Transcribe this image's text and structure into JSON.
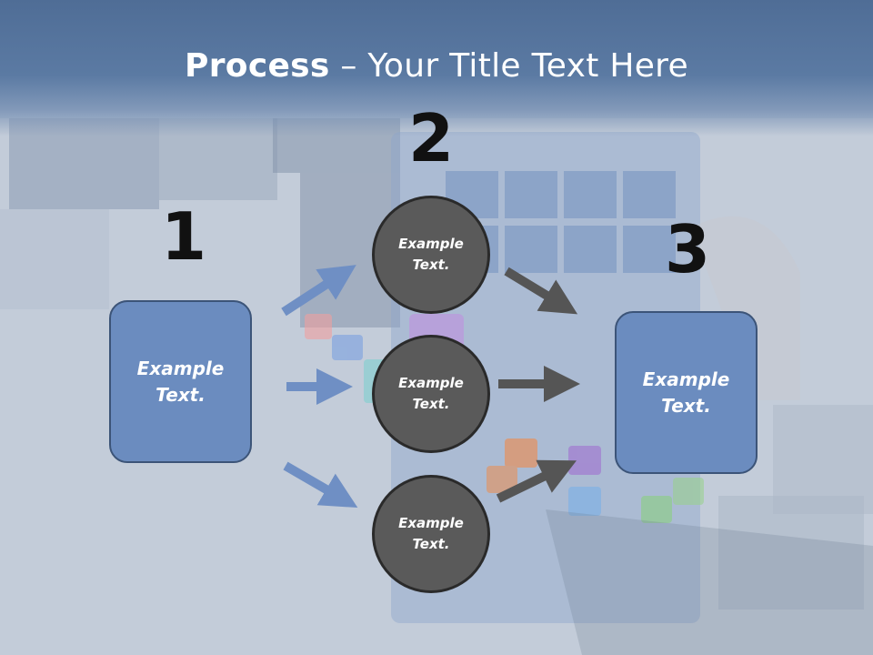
{
  "title": {
    "bold": "Process",
    "rest": " – Your Title Text Here"
  },
  "steps": {
    "one": "1",
    "two": "2",
    "three": "3"
  },
  "box_left": {
    "label": "Example\nText."
  },
  "box_right": {
    "label": "Example\nText."
  },
  "circles": [
    {
      "label": "Example\nText."
    },
    {
      "label": "Example\nText."
    },
    {
      "label": "Example\nText."
    }
  ],
  "colors": {
    "box_fill": "#6b8cbf",
    "circle_fill": "#5a5a5a",
    "blue_arrow": "#6f8fc4",
    "gray_arrow": "#555555",
    "header": "#5b7aa3"
  }
}
